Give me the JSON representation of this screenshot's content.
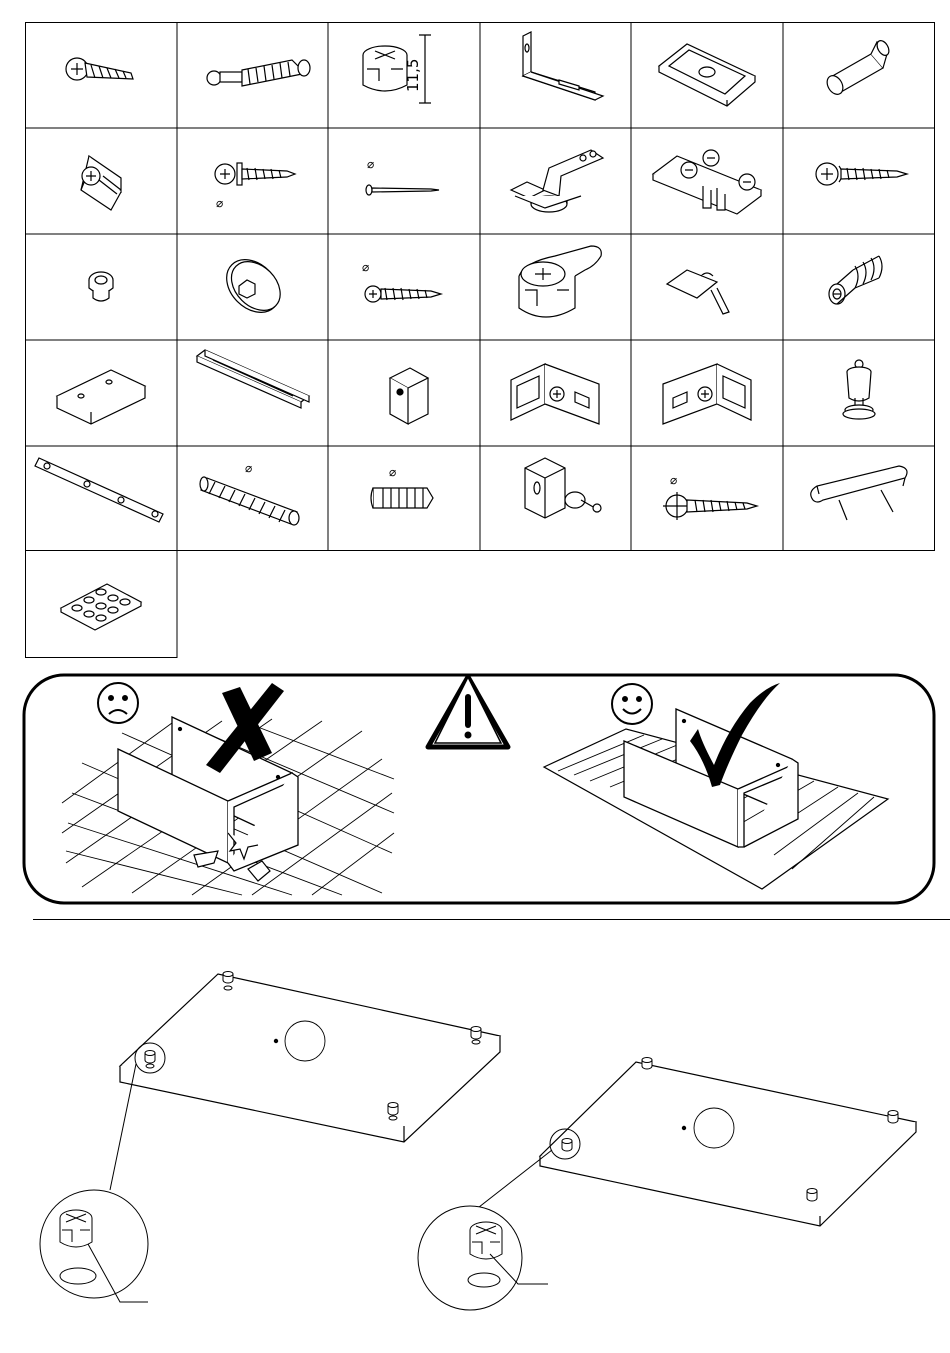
{
  "hardware_grid": {
    "dimension_label": "11,5",
    "diameter_symbol": "⌀",
    "items": [
      {
        "icon": "countersunk-screw-icon"
      },
      {
        "icon": "connecting-bolt-icon"
      },
      {
        "icon": "cam-lock-icon"
      },
      {
        "icon": "angle-bracket-icon"
      },
      {
        "icon": "mounting-plate-icon"
      },
      {
        "icon": "shelf-pin-icon"
      },
      {
        "icon": "corner-block-screw-icon"
      },
      {
        "icon": "washer-screw-icon"
      },
      {
        "icon": "nail-icon"
      },
      {
        "icon": "hinge-icon"
      },
      {
        "icon": "hinge-mounting-plate-icon"
      },
      {
        "icon": "pan-head-screw-icon"
      },
      {
        "icon": "bushing-icon"
      },
      {
        "icon": "knob-icon"
      },
      {
        "icon": "chipboard-screw-icon"
      },
      {
        "icon": "eccentric-connector-icon"
      },
      {
        "icon": "pin-clip-icon"
      },
      {
        "icon": "plastic-dowel-icon"
      },
      {
        "icon": "block-icon"
      },
      {
        "icon": "rail-profile-icon"
      },
      {
        "icon": "cube-connector-icon"
      },
      {
        "icon": "corner-bracket-left-icon"
      },
      {
        "icon": "corner-bracket-right-icon"
      },
      {
        "icon": "adjustable-foot-icon"
      },
      {
        "icon": "perforated-strap-icon"
      },
      {
        "icon": "long-dowel-icon"
      },
      {
        "icon": "wood-dowel-icon"
      },
      {
        "icon": "door-catch-icon"
      },
      {
        "icon": "washer-wood-screw-icon"
      },
      {
        "icon": "nail-glide-icon"
      },
      {
        "icon": "felt-pads-icon"
      }
    ]
  },
  "warning": {
    "bad_face": "sad-face-icon",
    "good_face": "happy-face-icon",
    "alert": "warning-triangle-icon",
    "bad_mark": "cross-mark-icon",
    "good_mark": "check-mark-icon"
  },
  "assembly_step": {
    "panels": [
      "large-panel-with-cam-locks",
      "small-panel-with-cam-locks"
    ]
  }
}
